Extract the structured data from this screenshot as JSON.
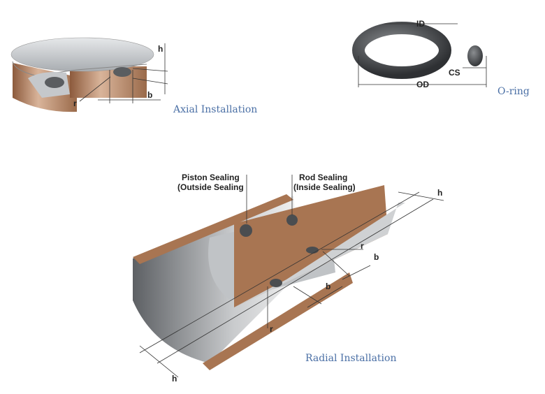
{
  "colors": {
    "metal": "#b9bcbf",
    "bronze": "#a87552",
    "oring": "#4a4d50",
    "caption": "#4a6fa5"
  },
  "axial": {
    "caption": "Axial Installation",
    "labels": {
      "h": "h",
      "b": "b",
      "r": "r"
    }
  },
  "oring": {
    "caption": "O-ring",
    "labels": {
      "id": "ID",
      "od": "OD",
      "cs": "CS"
    }
  },
  "radial": {
    "caption": "Radial Installation",
    "piston_label": [
      "Piston Sealing",
      "(Outside Sealing"
    ],
    "rod_label": [
      "Rod Sealing",
      "(Inside Sealing)"
    ],
    "labels": {
      "h_top": "h",
      "h_bottom": "h",
      "b_upper": "b",
      "b_lower": "b",
      "r_upper": "r",
      "r_lower": "r"
    }
  }
}
